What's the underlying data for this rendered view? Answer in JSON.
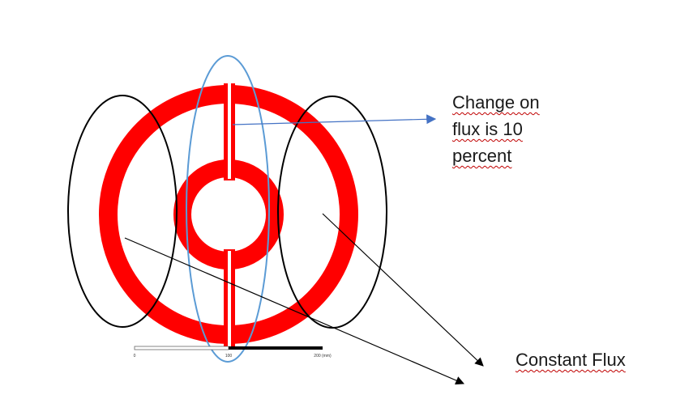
{
  "labels": {
    "change": [
      "Change on",
      "flux is 10",
      "percent"
    ],
    "constant": "Constant Flux"
  },
  "scale_bar": {
    "ticks": [
      "0",
      "100",
      "200 (mm)"
    ]
  },
  "colors": {
    "ring": "#ff0000",
    "blue_ellipse": "#5b9bd5",
    "black_lines": "#000000",
    "blue_arrow": "#4472c4",
    "spellcheck_underline": "#c00000"
  }
}
